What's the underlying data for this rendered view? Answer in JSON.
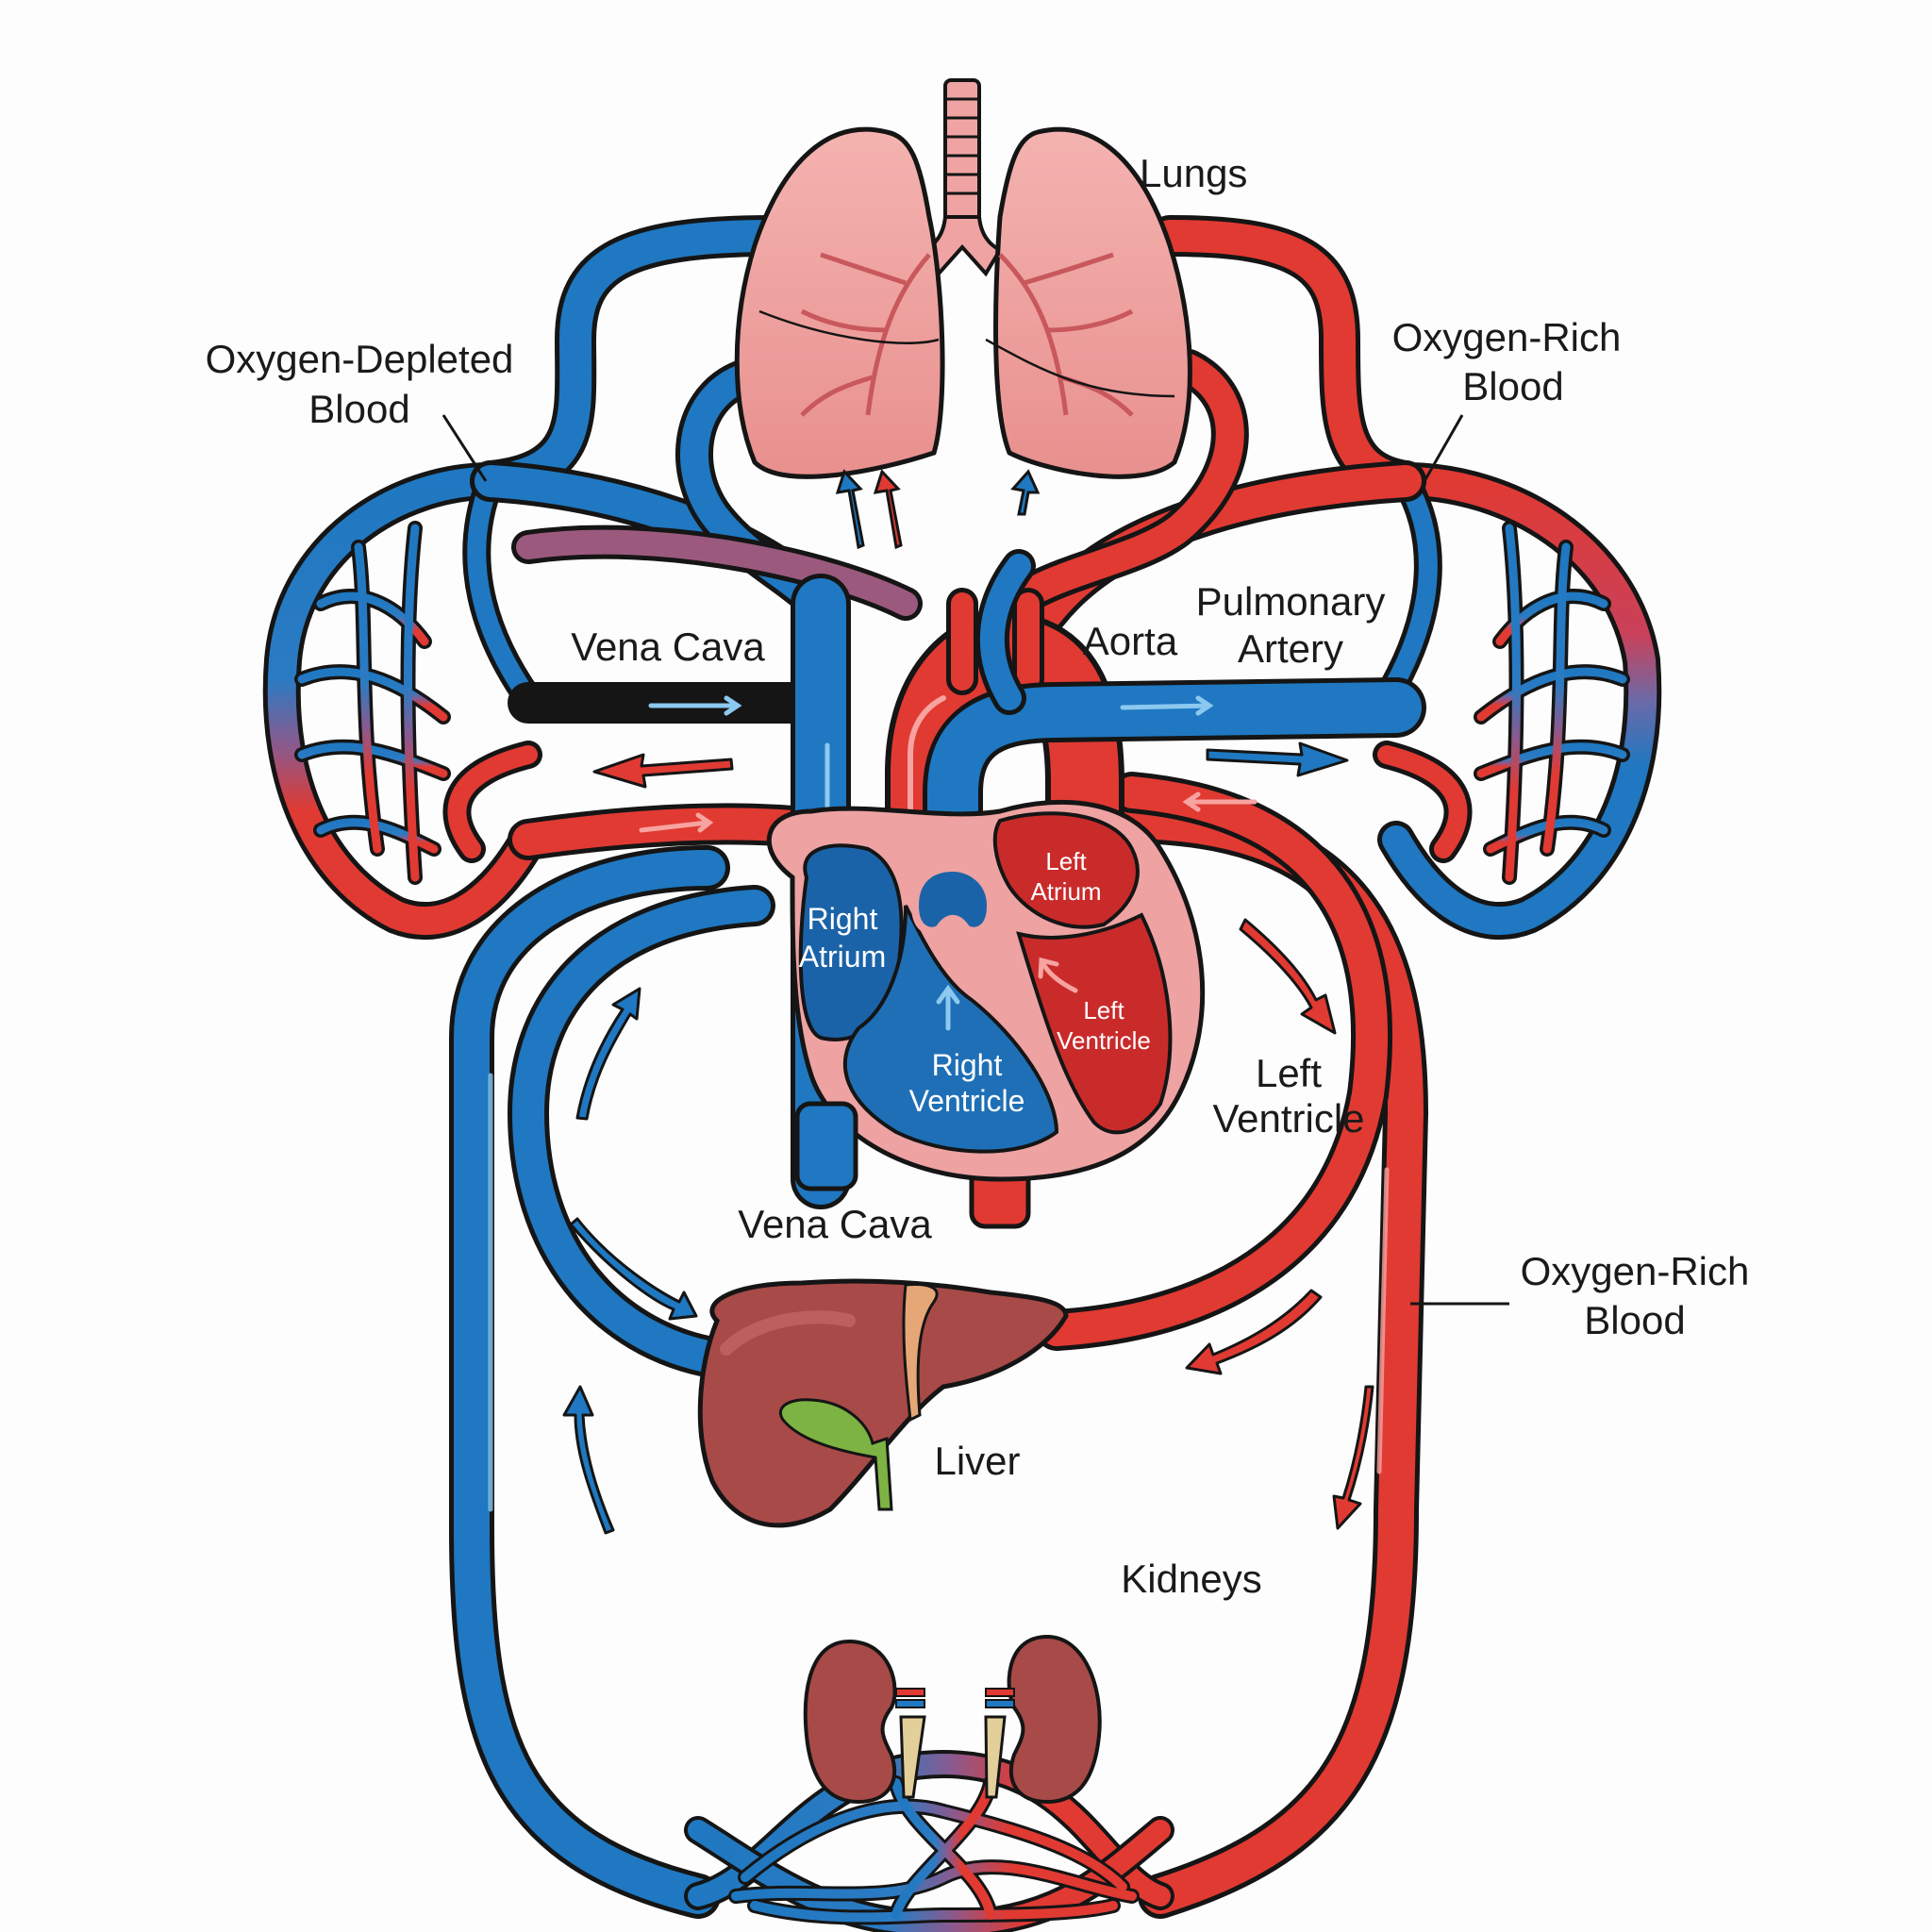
{
  "diagram": {
    "title": "Circulatory System",
    "colors": {
      "oxygen_rich": "#e03a33",
      "oxygen_depleted": "#1f78c1",
      "lung": "#f0a3a3",
      "heart_wall": "#eea2a2",
      "organ": "#a84a48",
      "gallbladder": "#7cb342",
      "ureter": "#e3cf9a",
      "outline": "#151515",
      "background": "#fdfdfd"
    },
    "labels": {
      "lungs": "Lungs",
      "oxygen_depleted_line1": "Oxygen-Depleted",
      "oxygen_depleted_line2": "Blood",
      "oxygen_rich_top_line1": "Oxygen-Rich",
      "oxygen_rich_top_line2": "Blood",
      "vena_cava_upper": "Vena Cava",
      "aorta": "Aorta",
      "pulmonary_line1": "Pulmonary",
      "pulmonary_line2": "Artery",
      "right_atrium_line1": "Right",
      "right_atrium_line2": "Atrium",
      "left_atrium_line1": "Left",
      "left_atrium_line2": "Atrium",
      "right_ventricle_line1": "Right",
      "right_ventricle_line2": "Ventricle",
      "left_ventricle_inner_line1": "Left",
      "left_ventricle_inner_line2": "Ventricle",
      "left_ventricle_outer_line1": "Left",
      "left_ventricle_outer_line2": "Ventricle",
      "vena_cava_lower": "Vena Cava",
      "oxygen_rich_bottom_line1": "Oxygen-Rich",
      "oxygen_rich_bottom_line2": "Blood",
      "liver": "Liver",
      "kidneys": "Kidneys"
    },
    "organs": [
      "lungs",
      "trachea",
      "heart",
      "liver",
      "gallbladder",
      "kidneys"
    ],
    "flow_legend": [
      {
        "name": "Oxygen-Rich Blood",
        "color": "#e03a33"
      },
      {
        "name": "Oxygen-Depleted Blood",
        "color": "#1f78c1"
      }
    ]
  }
}
